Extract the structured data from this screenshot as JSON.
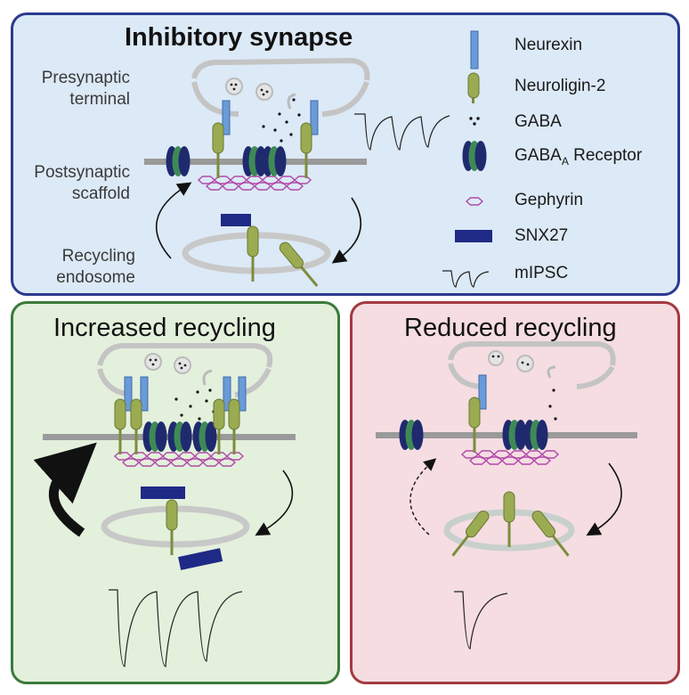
{
  "top_panel": {
    "title": "Inhibitory synapse",
    "labels": {
      "presynaptic_line1": "Presynaptic",
      "presynaptic_line2": "terminal",
      "postsynaptic_line1": "Postsynaptic",
      "postsynaptic_line2": "scaffold",
      "recycling_line1": "Recycling",
      "recycling_line2": "endosome"
    }
  },
  "legend": {
    "neurexin": "Neurexin",
    "neuroligin": "Neuroligin-2",
    "gaba": "GABA",
    "receptor_prefix": "GABA",
    "receptor_sub": "A",
    "receptor_suffix": " Receptor",
    "gephyrin": "Gephyrin",
    "snx27": "SNX27",
    "mipsc": "mIPSC"
  },
  "increased_panel": {
    "title": "Increased recycling"
  },
  "reduced_panel": {
    "title": "Reduced recycling"
  },
  "colors": {
    "top_bg": "#dce9f6",
    "top_border": "#2b3a8f",
    "inc_bg": "#e3f0dc",
    "inc_border": "#3c7a3a",
    "red_bg": "#f5dde2",
    "red_border": "#a33a40",
    "neurexin": "#6a9bd8",
    "neuroligin": "#9aab52",
    "receptor_dark": "#1f2a6e",
    "receptor_green": "#3e8a55",
    "gephyrin": "#b04aa8",
    "snx27": "#1f2a86",
    "membrane": "#9a9a9a"
  }
}
